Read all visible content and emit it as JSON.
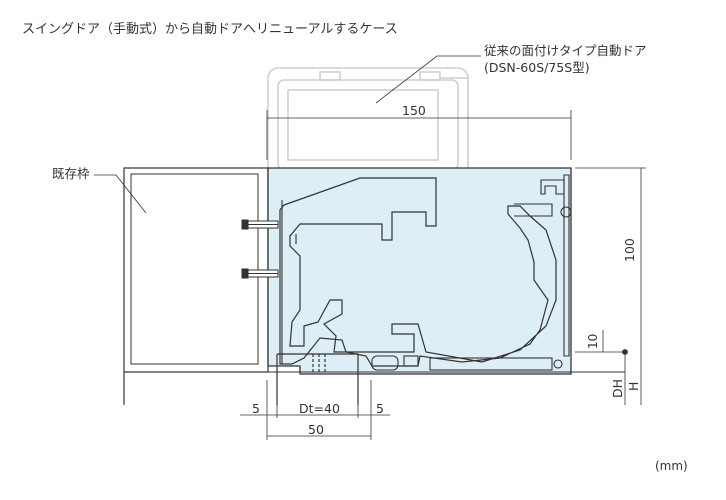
{
  "title": "スイングドア（手動式）から自動ドアへリニューアルするケース",
  "callout_line1": "従来の面付けタイプ自動ドア",
  "callout_line2": "(DSN-60S/75S型)",
  "existing_frame_label": "既存枠",
  "dimensions": {
    "d150": "150",
    "d100": "100",
    "d10": "10",
    "dh": "DH",
    "h": "H",
    "d5_left": "5",
    "dt": "Dt=40",
    "d5_right": "5",
    "d50": "50"
  },
  "unit": "(mm)",
  "colors": {
    "profile_fill": "#deeef7",
    "line": "#333333",
    "ghost": "#cfcfcf"
  }
}
